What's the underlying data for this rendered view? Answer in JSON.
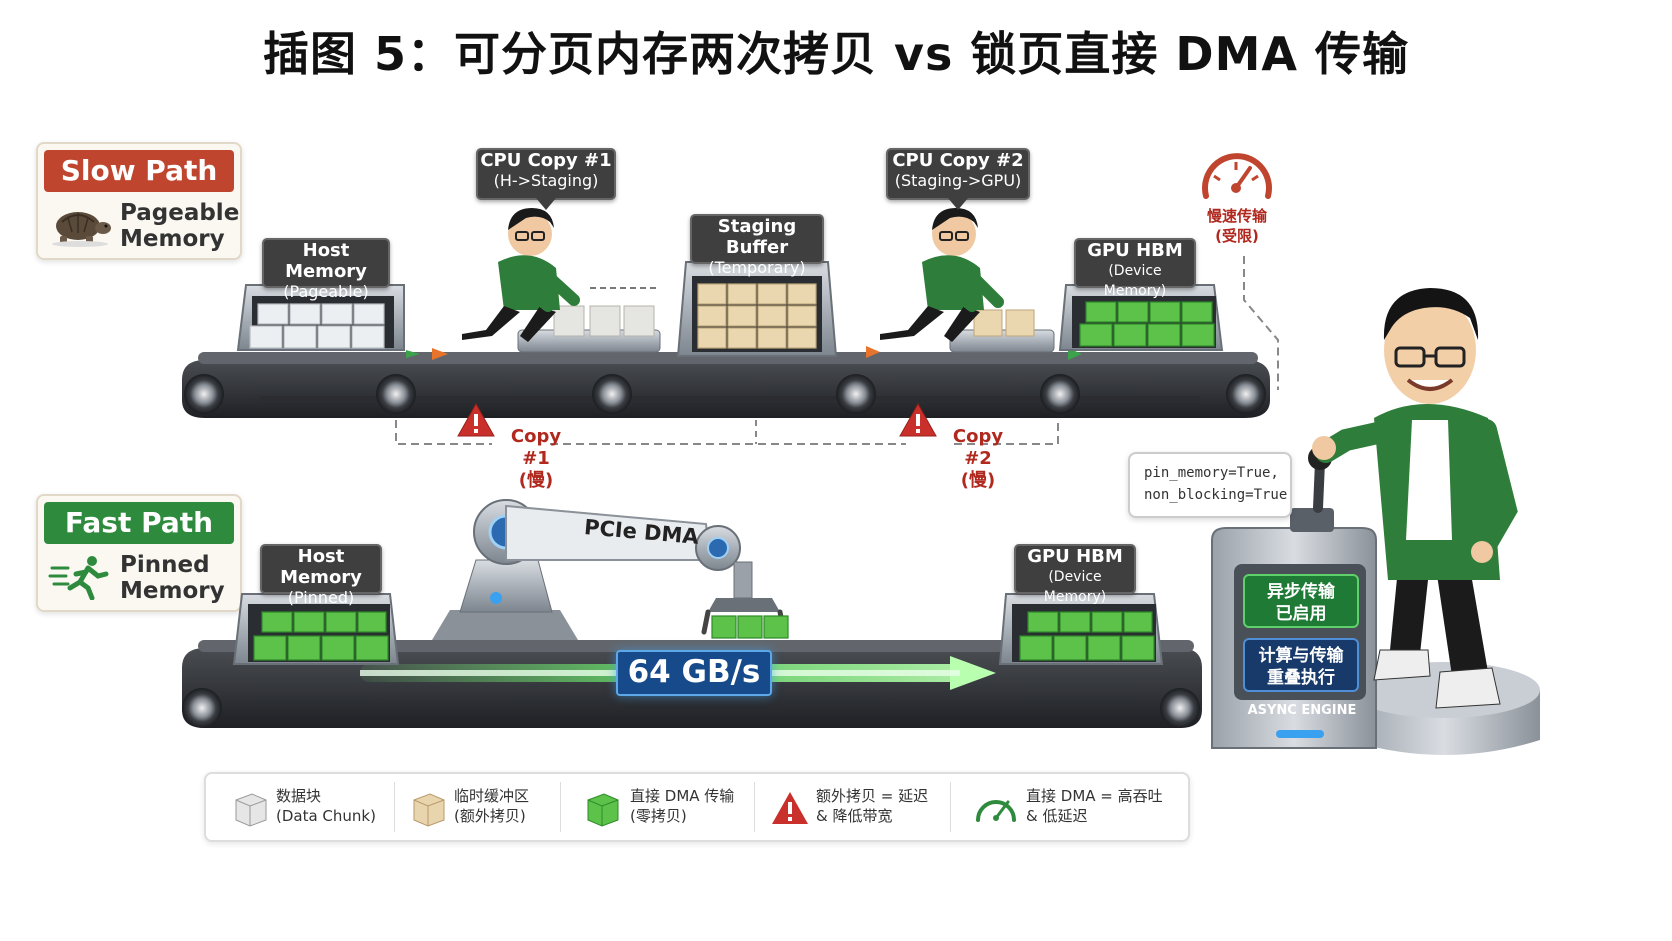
{
  "title": "插图 5：可分页内存两次拷贝 vs 锁页直接 DMA 传输",
  "slow_path": {
    "badge": "Slow Path",
    "sub_1": "Pageable",
    "sub_2": "Memory",
    "host_memory": {
      "l1": "Host Memory",
      "l2": "(Pageable)"
    },
    "cpu_copy_1": {
      "l1": "CPU Copy #1",
      "l2": "(H->Staging)"
    },
    "staging_buffer": {
      "l1": "Staging Buffer",
      "l2": "(Temporary)"
    },
    "cpu_copy_2": {
      "l1": "CPU Copy #2",
      "l2": "(Staging->GPU)"
    },
    "gpu_hbm": {
      "l1": "GPU HBM",
      "l2": "(Device Memory)"
    },
    "warn_1": {
      "l1": "Copy #1",
      "l2": "(慢)"
    },
    "warn_2": {
      "l1": "Copy #2",
      "l2": "(慢)"
    },
    "meter_l1": "慢速传输",
    "meter_l2": "(受限)"
  },
  "fast_path": {
    "badge": "Fast Path",
    "sub_1": "Pinned",
    "sub_2": "Memory",
    "host_memory": {
      "l1": "Host Memory",
      "l2": "(Pinned)"
    },
    "dma_label": "PCIe DMA",
    "speed": "64 GB/s",
    "gpu_hbm": {
      "l1": "GPU HBM",
      "l2": "(Device Memory)"
    }
  },
  "code": {
    "line1": "pin_memory=True,",
    "line2": "non_blocking=True"
  },
  "engine": {
    "btn1_l1": "异步传输",
    "btn1_l2": "已启用",
    "btn2_l1": "计算与传输",
    "btn2_l2": "重叠执行",
    "label": "ASYNC ENGINE"
  },
  "legend": [
    {
      "l1": "数据块",
      "l2": "(Data Chunk)"
    },
    {
      "l1": "临时缓冲区",
      "l2": "(额外拷贝)"
    },
    {
      "l1": "直接 DMA 传输",
      "l2": "(零拷贝)"
    },
    {
      "l1": "额外拷贝 = 延迟",
      "l2": "& 降低带宽"
    },
    {
      "l1": "直接 DMA = 高吞吐",
      "l2": "& 低延迟"
    }
  ],
  "colors": {
    "slow_red": "#c0452f",
    "fast_green": "#2e8b3d",
    "chunk_gray": "#e6e6e6",
    "chunk_tan": "#e8d5ae",
    "chunk_green": "#5cc24a",
    "dark_tag": "#3f3f3f",
    "dma_blue": "#164a8a",
    "engine_green": "#1f7a35",
    "engine_navy": "#173a6a"
  }
}
